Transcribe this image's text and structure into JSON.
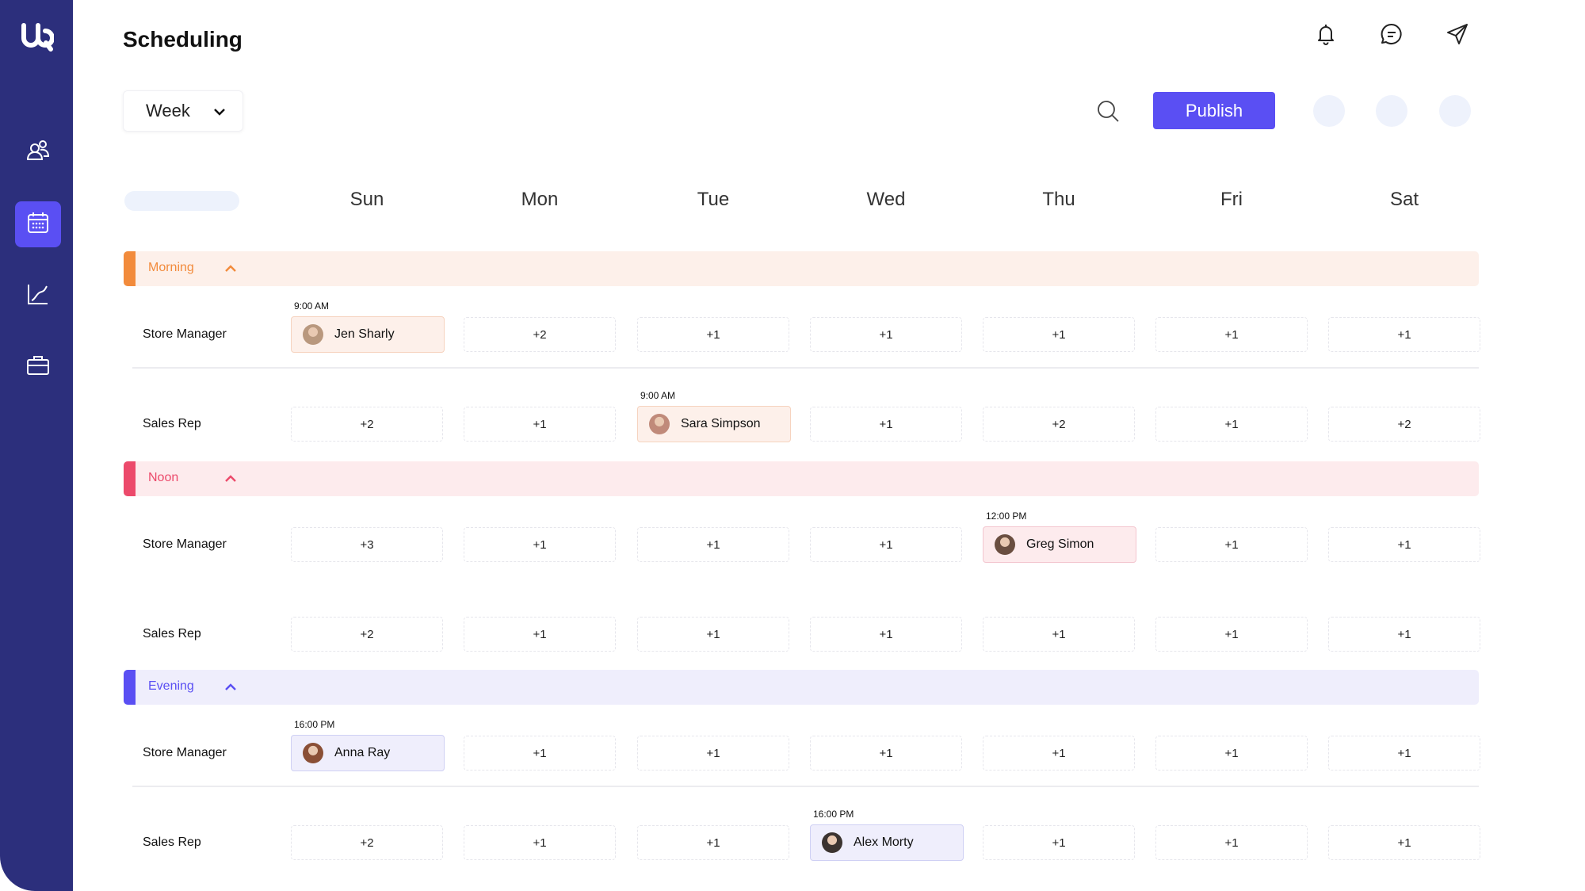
{
  "app": {
    "title": "Scheduling"
  },
  "sidebar": {
    "items": [
      {
        "icon": "users-icon",
        "active": false
      },
      {
        "icon": "calendar-icon",
        "active": true
      },
      {
        "icon": "analytics-icon",
        "active": false
      },
      {
        "icon": "briefcase-icon",
        "active": false
      }
    ]
  },
  "header": {
    "view_select": {
      "value": "Week"
    },
    "publish_label": "Publish",
    "icons": [
      "bell-icon",
      "chat-icon",
      "send-icon"
    ]
  },
  "days": [
    "Sun",
    "Mon",
    "Tue",
    "Wed",
    "Thu",
    "Fri",
    "Sat"
  ],
  "colors": {
    "brand": "#5a4ff3",
    "sidebar": "#2c2f7c",
    "morning": "#f28b3c",
    "noon": "#ec4a6b",
    "evening": "#5a4ff3"
  },
  "shifts": [
    {
      "name": "Morning",
      "rows": [
        {
          "role": "Store Manager",
          "cells": [
            {
              "type": "assigned",
              "time": "9:00 AM",
              "name": "Jen Sharly"
            },
            {
              "type": "count",
              "text": "+2"
            },
            {
              "type": "count",
              "text": "+1"
            },
            {
              "type": "count",
              "text": "+1"
            },
            {
              "type": "count",
              "text": "+1"
            },
            {
              "type": "count",
              "text": "+1"
            },
            {
              "type": "count",
              "text": "+1"
            }
          ]
        },
        {
          "role": "Sales Rep",
          "cells": [
            {
              "type": "count",
              "text": "+2"
            },
            {
              "type": "count",
              "text": "+1"
            },
            {
              "type": "assigned",
              "time": "9:00 AM",
              "name": "Sara Simpson"
            },
            {
              "type": "count",
              "text": "+1"
            },
            {
              "type": "count",
              "text": "+2"
            },
            {
              "type": "count",
              "text": "+1"
            },
            {
              "type": "count",
              "text": "+2"
            }
          ]
        }
      ]
    },
    {
      "name": "Noon",
      "rows": [
        {
          "role": "Store Manager",
          "cells": [
            {
              "type": "count",
              "text": "+3"
            },
            {
              "type": "count",
              "text": "+1"
            },
            {
              "type": "count",
              "text": "+1"
            },
            {
              "type": "count",
              "text": "+1"
            },
            {
              "type": "assigned",
              "time": "12:00 PM",
              "name": "Greg Simon"
            },
            {
              "type": "count",
              "text": "+1"
            },
            {
              "type": "count",
              "text": "+1"
            }
          ]
        },
        {
          "role": "Sales Rep",
          "cells": [
            {
              "type": "count",
              "text": "+2"
            },
            {
              "type": "count",
              "text": "+1"
            },
            {
              "type": "count",
              "text": "+1"
            },
            {
              "type": "count",
              "text": "+1"
            },
            {
              "type": "count",
              "text": "+1"
            },
            {
              "type": "count",
              "text": "+1"
            },
            {
              "type": "count",
              "text": "+1"
            }
          ]
        }
      ]
    },
    {
      "name": "Evening",
      "rows": [
        {
          "role": "Store Manager",
          "cells": [
            {
              "type": "assigned",
              "time": "16:00 PM",
              "name": "Anna Ray"
            },
            {
              "type": "count",
              "text": "+1"
            },
            {
              "type": "count",
              "text": "+1"
            },
            {
              "type": "count",
              "text": "+1"
            },
            {
              "type": "count",
              "text": "+1"
            },
            {
              "type": "count",
              "text": "+1"
            },
            {
              "type": "count",
              "text": "+1"
            }
          ]
        },
        {
          "role": "Sales Rep",
          "cells": [
            {
              "type": "count",
              "text": "+2"
            },
            {
              "type": "count",
              "text": "+1"
            },
            {
              "type": "count",
              "text": "+1"
            },
            {
              "type": "assigned",
              "time": "16:00 PM",
              "name": "Alex Morty"
            },
            {
              "type": "count",
              "text": "+1"
            },
            {
              "type": "count",
              "text": "+1"
            },
            {
              "type": "count",
              "text": "+1"
            }
          ]
        }
      ]
    }
  ]
}
